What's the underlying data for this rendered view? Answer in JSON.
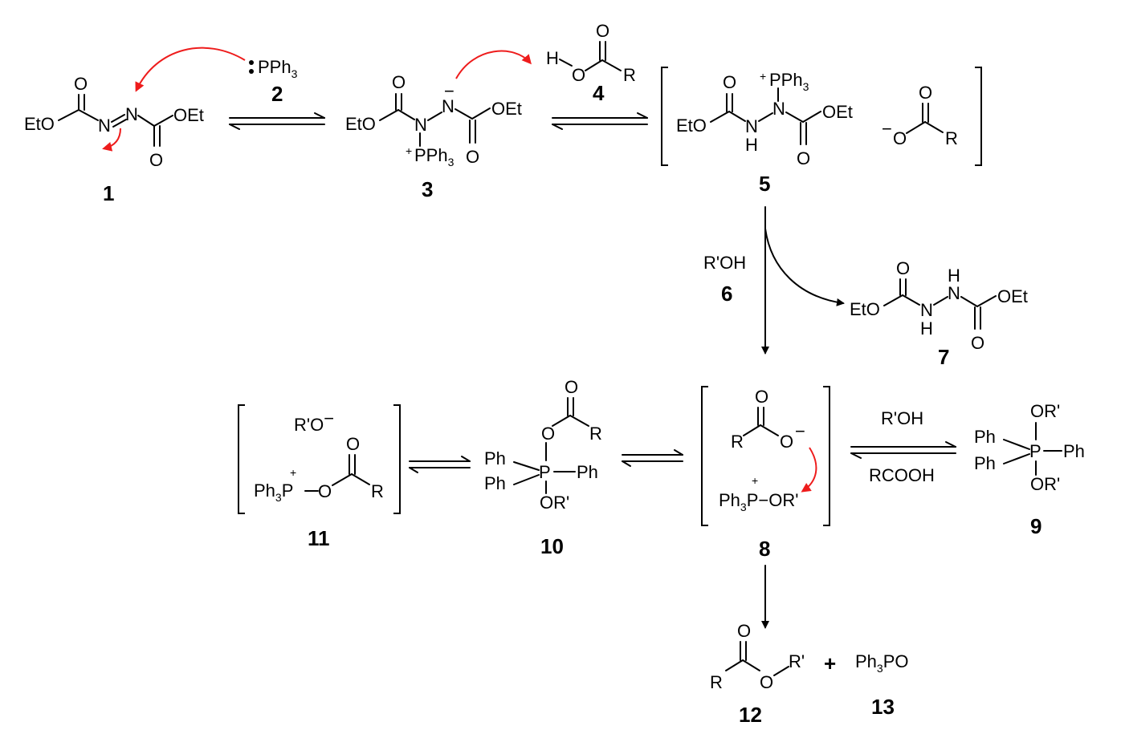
{
  "colors": {
    "ink": "#000000",
    "electron_push_arrow": "#ee1c1c",
    "background": "#ffffff"
  },
  "compounds": {
    "c1": {
      "number": "1",
      "left_group": "EtO",
      "right_group": "OEt",
      "n": "N",
      "o": "O"
    },
    "c2": {
      "number": "2",
      "formula": "PPh",
      "sub": "3",
      "lone_pair": ":"
    },
    "c3": {
      "number": "3",
      "left_group": "EtO",
      "right_group": "OEt",
      "n": "N",
      "o": "O",
      "charge_minus": "−",
      "charge_plus": "+",
      "pph3": "PPh",
      "sub": "3"
    },
    "c4": {
      "number": "4",
      "h": "H",
      "o": "O",
      "r": "R"
    },
    "c5": {
      "number": "5",
      "left_group": "EtO",
      "right_group": "OEt",
      "n": "N",
      "h": "H",
      "o": "O",
      "r": "R",
      "charge_minus": "−",
      "charge_plus": "+",
      "pph3": "PPh",
      "sub": "3"
    },
    "c6": {
      "number": "6",
      "reagent": "R'OH"
    },
    "c7": {
      "number": "7",
      "left_group": "EtO",
      "right_group": "OEt",
      "n": "N",
      "h": "H",
      "o": "O"
    },
    "c8": {
      "number": "8",
      "r": "R",
      "o": "O",
      "charge_minus": "−",
      "charge_plus": "+",
      "ph3p": "Ph",
      "sub": "3",
      "p_or": "P−OR'"
    },
    "c9": {
      "number": "9",
      "ph": "Ph",
      "p": "P",
      "or": "OR'"
    },
    "c10": {
      "number": "10",
      "ph": "Ph",
      "p": "P",
      "or": "OR'",
      "o": "O",
      "r": "R"
    },
    "c11": {
      "number": "11",
      "alkoxide": "R'O",
      "charge_minus": "−",
      "charge_plus": "+",
      "ph3p": "Ph",
      "sub": "3",
      "p": "P",
      "o": "O",
      "r": "R"
    },
    "c12": {
      "number": "12",
      "o": "O",
      "r": "R",
      "r_prime": "R'"
    },
    "c13": {
      "number": "13",
      "formula_a": "Ph",
      "sub": "3",
      "formula_b": "PO"
    }
  },
  "conditions": {
    "forward": "R'OH",
    "reverse": "RCOOH"
  },
  "plus_sign": "+"
}
